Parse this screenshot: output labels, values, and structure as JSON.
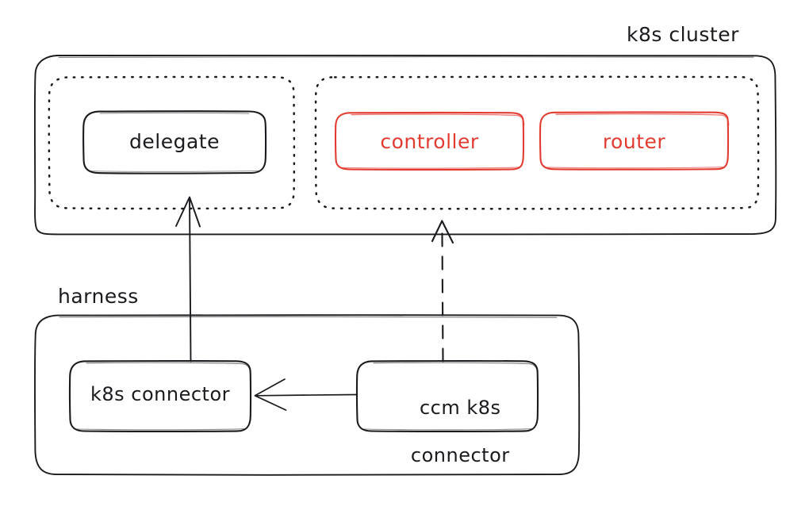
{
  "diagram": {
    "title_visible": false,
    "background_color": "#ffffff",
    "ink_color": "#1b1b1f",
    "accent_color": "#e23c32",
    "style": "hand-drawn-sketch",
    "groups": [
      {
        "id": "k8s-cluster",
        "label": "k8s cluster",
        "label_position": "above-right",
        "border": "solid-rounded",
        "color": "#1b1b1f",
        "subgroups": [
          {
            "id": "delegate-group",
            "label": "",
            "border": "dotted-rounded",
            "color": "#1b1b1f",
            "nodes": [
              "delegate"
            ]
          },
          {
            "id": "services-group",
            "label": "",
            "border": "dotted-rounded",
            "color": "#1b1b1f",
            "nodes": [
              "controller",
              "router"
            ]
          }
        ]
      },
      {
        "id": "harness",
        "label": "harness",
        "label_position": "above-left",
        "border": "solid-rounded",
        "color": "#1b1b1f",
        "nodes": [
          "k8s-connector",
          "ccm-k8s-connector"
        ]
      }
    ],
    "nodes": [
      {
        "id": "delegate",
        "label": "delegate",
        "color": "#1b1b1f",
        "border": "solid-rounded"
      },
      {
        "id": "controller",
        "label": "controller",
        "color": "#e23c32",
        "border": "solid-rounded"
      },
      {
        "id": "router",
        "label": "router",
        "color": "#e23c32",
        "border": "solid-rounded"
      },
      {
        "id": "k8s-connector",
        "label": "k8s connector",
        "color": "#1b1b1f",
        "border": "solid-rounded"
      },
      {
        "id": "ccm-k8s-connector",
        "label_line1": "ccm k8s",
        "label_line2": "connector",
        "label": "ccm k8s\nconnector",
        "color": "#1b1b1f",
        "border": "solid-rounded"
      }
    ],
    "edges": [
      {
        "id": "edge-k8s-connector-to-delegate",
        "from": "k8s-connector",
        "to": "delegate-group",
        "style": "solid",
        "arrowhead": "end",
        "label": ""
      },
      {
        "id": "edge-ccm-to-services",
        "from": "ccm-k8s-connector",
        "to": "services-group",
        "style": "dashed",
        "arrowhead": "end",
        "label": ""
      },
      {
        "id": "edge-ccm-to-k8s-connector",
        "from": "ccm-k8s-connector",
        "to": "k8s-connector",
        "style": "solid",
        "arrowhead": "end",
        "label": ""
      }
    ]
  }
}
